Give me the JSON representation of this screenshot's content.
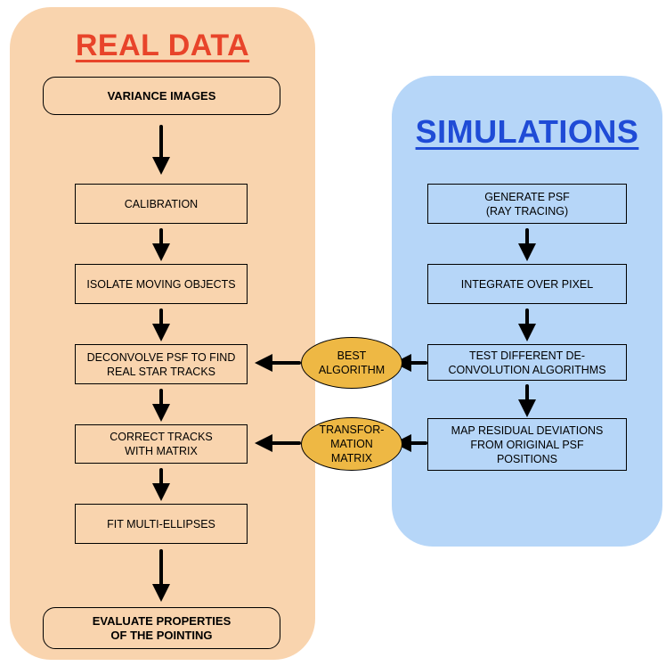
{
  "real_data": {
    "title": "REAL DATA",
    "steps": {
      "variance_images": "VARIANCE IMAGES",
      "calibration": "CALIBRATION",
      "isolate": "ISOLATE MOVING OBJECTS",
      "deconvolve": "DECONVOLVE PSF TO FIND\nREAL STAR TRACKS",
      "correct": "CORRECT TRACKS\nWITH MATRIX",
      "fit": "FIT MULTI-ELLIPSES",
      "evaluate": "EVALUATE PROPERTIES\nOF THE POINTING"
    }
  },
  "simulations": {
    "title": "SIMULATIONS",
    "steps": {
      "generate": "GENERATE PSF\n(RAY TRACING)",
      "integrate": "INTEGRATE OVER PIXEL",
      "test": "TEST DIFFERENT DE-\nCONVOLUTION ALGORITHMS",
      "map": "MAP RESIDUAL DEVIATIONS\nFROM ORIGINAL PSF\nPOSITIONS"
    }
  },
  "connectors": {
    "best_algorithm": "BEST\nALGORITHM",
    "transformation_matrix": "TRANSFOR-\nMATION\nMATRIX"
  },
  "colors": {
    "real_panel": "#f9d4ae",
    "sim_panel": "#b6d6f8",
    "real_title": "#e8442a",
    "sim_title": "#1f4bd6",
    "connector": "#eeb844"
  }
}
